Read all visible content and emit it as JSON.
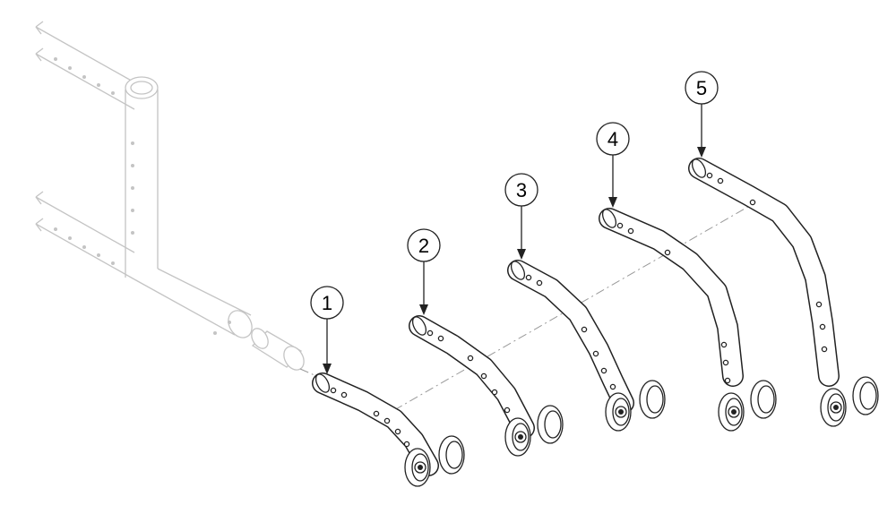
{
  "diagram": {
    "callouts": [
      {
        "id": 1,
        "label": "1"
      },
      {
        "id": 2,
        "label": "2"
      },
      {
        "id": 3,
        "label": "3"
      },
      {
        "id": 4,
        "label": "4"
      },
      {
        "id": 5,
        "label": "5"
      }
    ],
    "colors": {
      "ink": "#222222",
      "ghost": "#c4c4c4",
      "centerline": "#999999",
      "background": "#ffffff"
    }
  }
}
